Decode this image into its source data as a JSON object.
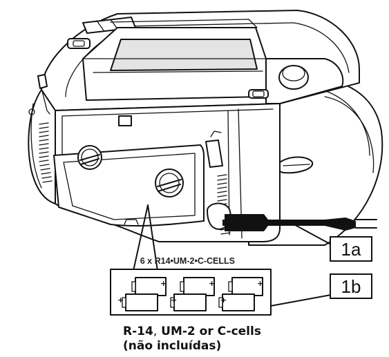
{
  "callouts": {
    "power_cord": "1a",
    "battery_compartment": "1b"
  },
  "battery_panel": {
    "title": "6 x R14•UM-2•C-CELLS",
    "plus_symbol": "+"
  },
  "caption": {
    "line1_bold": "R-14",
    "line1_sep": ",",
    "line1_rest": " UM-2 or C-cells",
    "line2": "(não incluídas)"
  }
}
